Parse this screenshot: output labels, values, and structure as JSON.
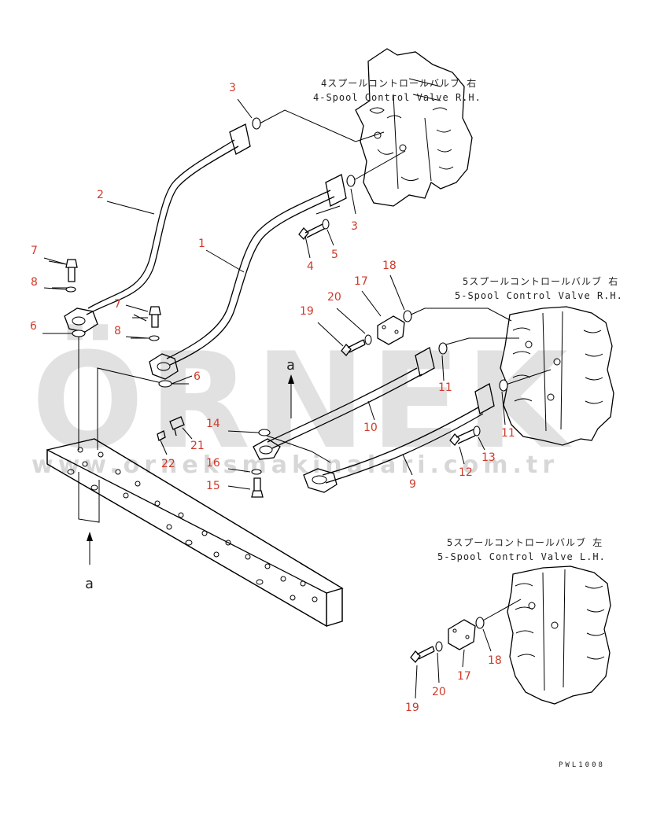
{
  "captions": {
    "valve_4_rh_jp": "4スプールコントロールバルブ 右",
    "valve_4_rh_en": "4-Spool Control Valve R.H.",
    "valve_5_rh_jp": "5スプールコントロールバルブ 右",
    "valve_5_rh_en": "5-Spool Control Valve R.H.",
    "valve_5_lh_jp": "5スプールコントロールバルブ 左",
    "valve_5_lh_en": "5-Spool Control Valve L.H."
  },
  "drawing_code": "PWL1008",
  "view_marker_bottom": "a",
  "view_marker_mid": "a",
  "watermark": {
    "brand": "ÖRNEK",
    "url": "www.orneksmakinalari.com.tr"
  },
  "callouts": {
    "c1": "1",
    "c2": "2",
    "c3a": "3",
    "c3b": "3",
    "c4": "4",
    "c5": "5",
    "c6a": "6",
    "c6b": "6",
    "c7a": "7",
    "c7b": "7",
    "c8a": "8",
    "c8b": "8",
    "c9": "9",
    "c10": "10",
    "c11a": "11",
    "c11b": "11",
    "c12": "12",
    "c13": "13",
    "c14": "14",
    "c15": "15",
    "c16": "16",
    "c17a": "17",
    "c17b": "17",
    "c18a": "18",
    "c18b": "18",
    "c19a": "19",
    "c19b": "19",
    "c20a": "20",
    "c20b": "20",
    "c21": "21",
    "c22": "22"
  },
  "colors": {
    "callout": "#d03a2a",
    "line": "#000000",
    "watermark": "#c9c9c9"
  }
}
